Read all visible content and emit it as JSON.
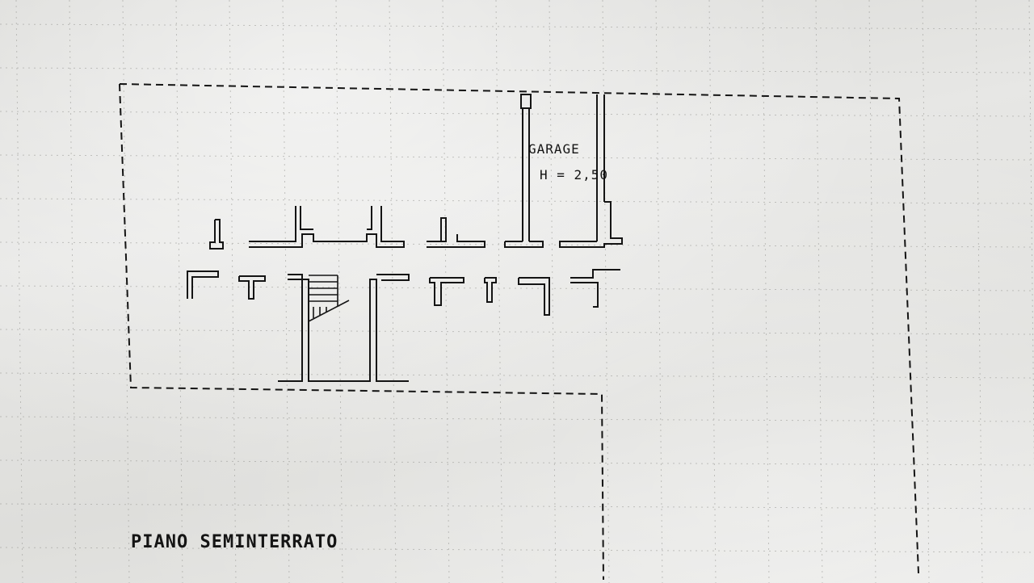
{
  "drawing": {
    "garage_label": "GARAGE",
    "garage_height": "H = 2,50",
    "floor_title": "PIANO SEMINTERRATO"
  },
  "colors": {
    "paper": "#e6e6e4",
    "ink": "#141414",
    "grid": "#9a9a96"
  }
}
